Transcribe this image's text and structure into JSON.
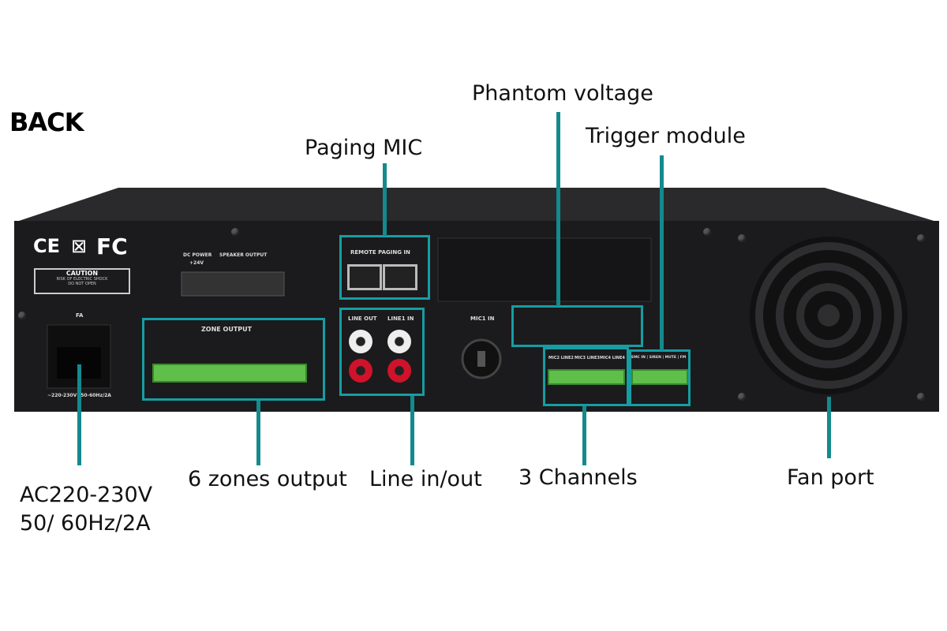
{
  "heading": "BACK",
  "callouts": {
    "paging_mic": "Paging MIC",
    "phantom_voltage": "Phantom voltage",
    "trigger_module": "Trigger module",
    "ac_line1": "AC220-230V",
    "ac_line2": "50/ 60Hz/2A",
    "zones_output": "6 zones output",
    "line_in_out": "Line in/out",
    "three_channels": "3 Channels",
    "fan_port": "Fan port"
  },
  "panel": {
    "caution": "CAUTION",
    "caution_sub1": "RISK OF ELECTRIC SHOCK",
    "caution_sub2": "DO NOT OPEN",
    "fuse": "FA",
    "power_rating": "~220-230V~50-60Hz/2A",
    "dc_power": "DC POWER",
    "dc_voltage": "+24V",
    "speaker_output": "SPEAKER OUTPUT",
    "zone_output": "ZONE OUTPUT",
    "remote_paging": "REMOTE PAGING IN",
    "line_out": "LINE OUT",
    "line1_in": "LINE1 IN",
    "mic1_in": "MIC1 IN",
    "mic2": "MIC2 LINE2",
    "mic3": "MIC3 LINE3",
    "mic4": "MIC4 LINE4",
    "trigger_labels": "EMC IN | SIREN | MUTE | FM",
    "cert_ce": "CE",
    "cert_fc": "FC"
  },
  "colors": {
    "accent": "#169da2",
    "chassis": "#1b1b1d",
    "terminal": "#5fbf4a"
  }
}
